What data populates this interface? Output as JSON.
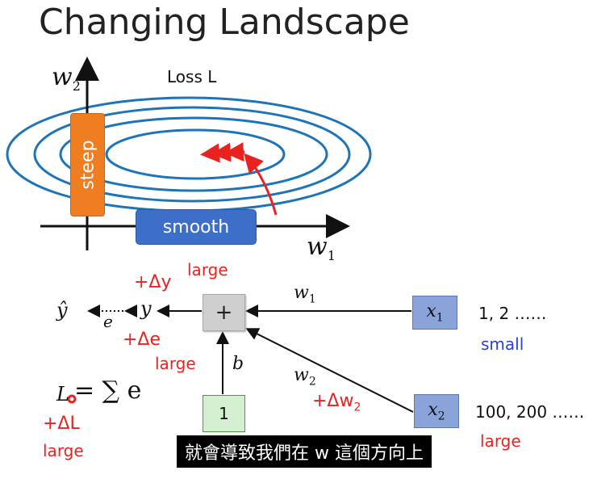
{
  "title": "Changing Landscape",
  "loss_label": "Loss L",
  "axes": {
    "w2": "w",
    "w2_sub": "2",
    "w1": "w",
    "w1_sub": "1"
  },
  "boxes": {
    "steep": "steep",
    "smooth": "smooth",
    "plus": "+",
    "one": "1",
    "x1": "x",
    "x1_sub": "1",
    "x2": "x",
    "x2_sub": "2"
  },
  "network": {
    "yhat": "ŷ",
    "y": "y",
    "e": "e",
    "b": "b",
    "w1": "w",
    "w1_sub": "1",
    "w2": "w",
    "w2_sub": "2",
    "loss_eq_L": "L",
    "loss_eq_rest": "= ∑ e"
  },
  "annotations": {
    "delta_y": "+Δy",
    "delta_y_large": "large",
    "delta_e": "+Δe",
    "delta_e_large": "large",
    "delta_w2": "+Δw",
    "delta_w2_sub": "2",
    "delta_L": "+ΔL",
    "delta_L_large": "large",
    "x1_values": "1, 2 ……",
    "x1_small": "small",
    "x2_values": "100, 200 ……",
    "x2_large": "large"
  },
  "subtitle": "就會導致我們在 w 這個方向上",
  "colors": {
    "red": "#e8231f",
    "blue_contour": "#1f74b7",
    "steep": "#ef7d22",
    "smooth": "#3d6fc9",
    "x_box": "#8aa3d9",
    "one_box": "#d5f0d0"
  }
}
